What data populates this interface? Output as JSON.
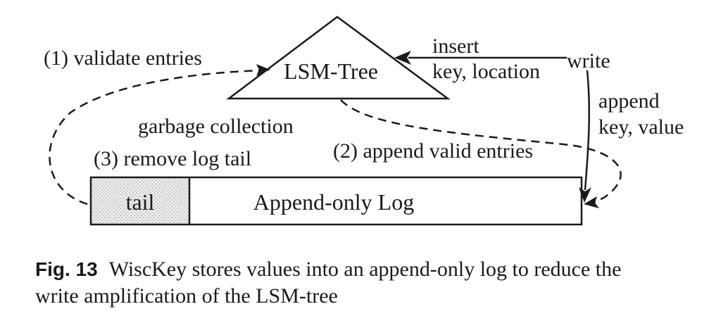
{
  "diagram": {
    "lsm_tree_label": "LSM-Tree",
    "log_label": "Append-only Log",
    "tail_label": "tail",
    "write_label": "write",
    "insert_line1": "insert",
    "insert_line2": "key, location",
    "append_line1": "append",
    "append_line2": "key, value",
    "validate_label": "(1) validate entries",
    "append_valid_label": "(2) append valid entries",
    "remove_tail_label": "(3) remove log tail",
    "gc_label": "garbage collection"
  },
  "caption": {
    "label": "Fig. 13",
    "line1": "WiscKey stores values into an append-only log to reduce the",
    "line2": "write amplification of the LSM-tree"
  }
}
